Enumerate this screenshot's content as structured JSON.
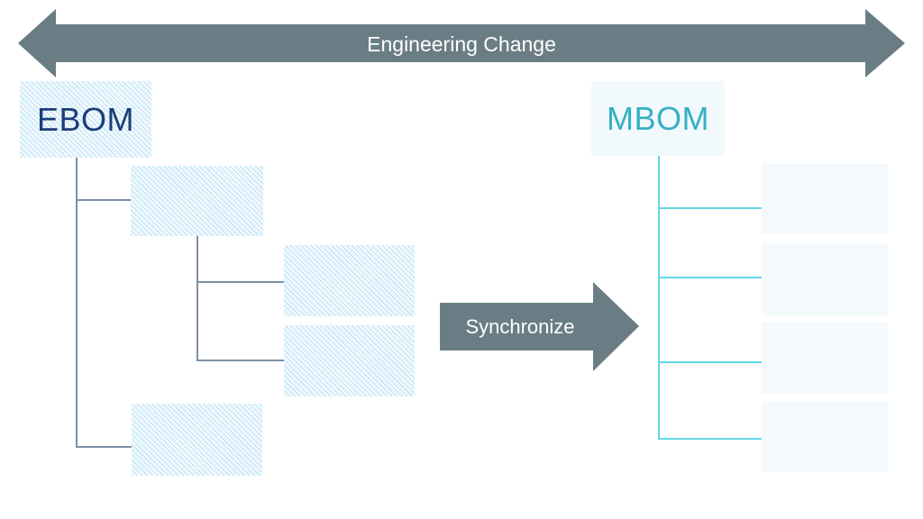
{
  "colors": {
    "arrow_gray": "#6b7d84",
    "arrow_text": "#ffffff",
    "ebom_label": "#1b3d78",
    "ebom_line": "#7d90a8",
    "ebom_box_hatch": "#cbe8f7",
    "mbom_label": "#35b1c2",
    "mbom_line": "#62d8e6",
    "mbom_box_fill": "#f3f9fc"
  },
  "top_arrow": {
    "label": "Engineering Change",
    "direction": "double-headed-horizontal"
  },
  "sync_arrow": {
    "label": "Synchronize",
    "direction": "right"
  },
  "ebom": {
    "label": "EBOM",
    "tree": {
      "root": "EBOM",
      "children": [
        {
          "id": "ebom-child-1",
          "children": [
            {
              "id": "ebom-grandchild-1"
            },
            {
              "id": "ebom-grandchild-2"
            }
          ]
        },
        {
          "id": "ebom-child-2"
        }
      ]
    }
  },
  "mbom": {
    "label": "MBOM",
    "children": [
      {
        "id": "mbom-child-1"
      },
      {
        "id": "mbom-child-2"
      },
      {
        "id": "mbom-child-3"
      },
      {
        "id": "mbom-child-4"
      }
    ]
  }
}
